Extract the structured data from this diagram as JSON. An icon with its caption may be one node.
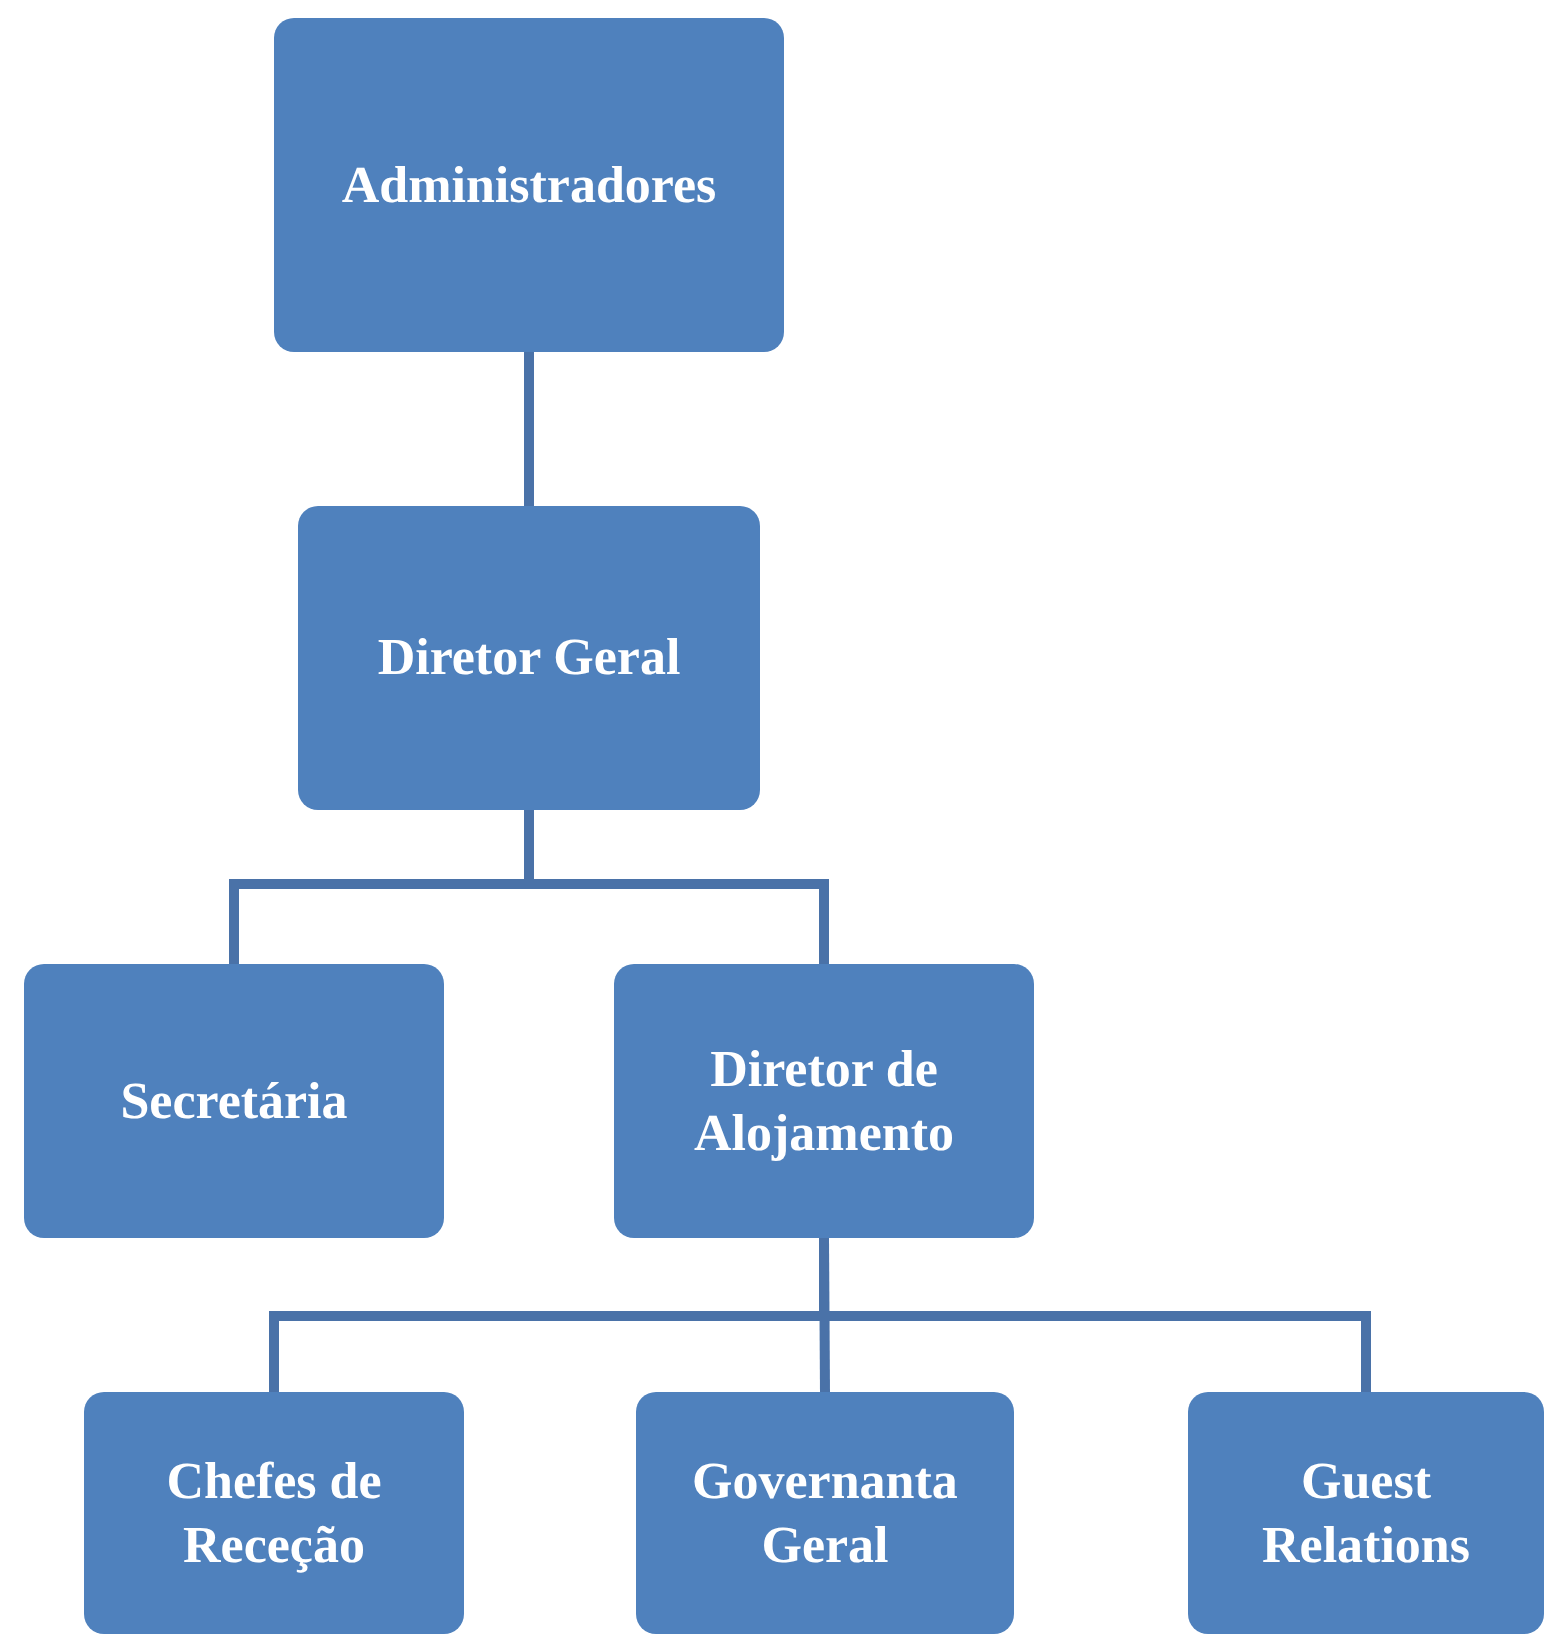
{
  "diagram": {
    "nodes": [
      {
        "text": [
          "Administradores"
        ]
      },
      {
        "text": [
          "Diretor Geral"
        ]
      },
      {
        "text": [
          "Secretária"
        ]
      },
      {
        "text": [
          "Diretor de Alojamento"
        ]
      },
      {
        "text": [
          "Chefes de Receção"
        ]
      },
      {
        "text": [
          "Governanta Geral"
        ]
      },
      {
        "text": [
          "Guest Relations"
        ]
      }
    ],
    "edges": [
      {
        "from": 0,
        "to": 1,
        "arrow": "none"
      },
      {
        "from": 1,
        "to": 2,
        "arrow": "none"
      },
      {
        "from": 1,
        "to": 3,
        "arrow": "none"
      },
      {
        "from": 3,
        "to": 4,
        "arrow": "none"
      },
      {
        "from": 3,
        "to": 5,
        "arrow": "none"
      },
      {
        "from": 3,
        "to": 6,
        "arrow": "none"
      }
    ]
  }
}
